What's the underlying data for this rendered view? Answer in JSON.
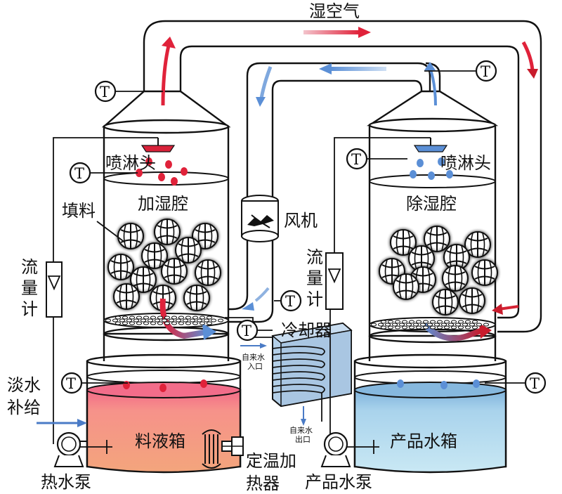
{
  "labels": {
    "humid_air": "湿空气",
    "spray_head_left": "喷淋头",
    "spray_head_right": "喷淋头",
    "humidify_chamber": "加湿腔",
    "dehumidify_chamber": "除湿腔",
    "packing": "填料",
    "fan": "风机",
    "flowmeter_left": [
      "流",
      "量",
      "计"
    ],
    "flowmeter_right": [
      "流",
      "量",
      "计"
    ],
    "cooler": "冷却器",
    "tap_water_in": [
      "自来水",
      "入口"
    ],
    "tap_water_out": [
      "自来水",
      "出口"
    ],
    "fresh_water_makeup": [
      "淡水",
      "补给"
    ],
    "feed_tank": "料液箱",
    "product_tank": "产品水箱",
    "heater": [
      "定温加",
      "热器"
    ],
    "hot_water_pump": "热水泵",
    "product_pump": "产品水泵",
    "temp_sensor": "T"
  },
  "colors": {
    "hot": "#e0223a",
    "cold": "#5b8fd6",
    "feed_liquid": "#f2a07a",
    "feed_surface": "#f06a86",
    "product_liquid": "#bfe3f2",
    "product_surface": "#7fb3dc",
    "cooler": "#b9d3ea"
  }
}
